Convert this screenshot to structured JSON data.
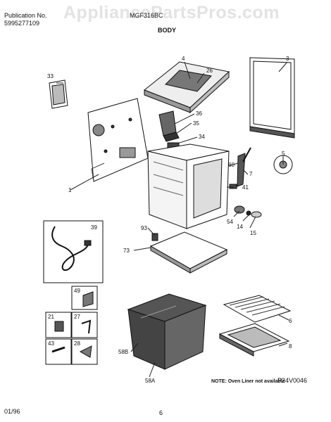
{
  "header": {
    "pub_label": "Publication No.",
    "pub_number": "5995277109",
    "model": "MGF316BC",
    "section": "BODY",
    "watermark": "AppliancePartsPros.com"
  },
  "callouts": [
    "33",
    "4",
    "26",
    "3",
    "36",
    "35",
    "34",
    "1",
    "60",
    "7",
    "5",
    "41",
    "39",
    "93",
    "54",
    "14",
    "15",
    "73",
    "49",
    "21",
    "27",
    "58B",
    "6",
    "43",
    "28",
    "58A",
    "8"
  ],
  "note": "NOTE: Oven Liner not available",
  "figure_code": "P24V0046",
  "footer": {
    "date": "01/96",
    "page": "6"
  }
}
